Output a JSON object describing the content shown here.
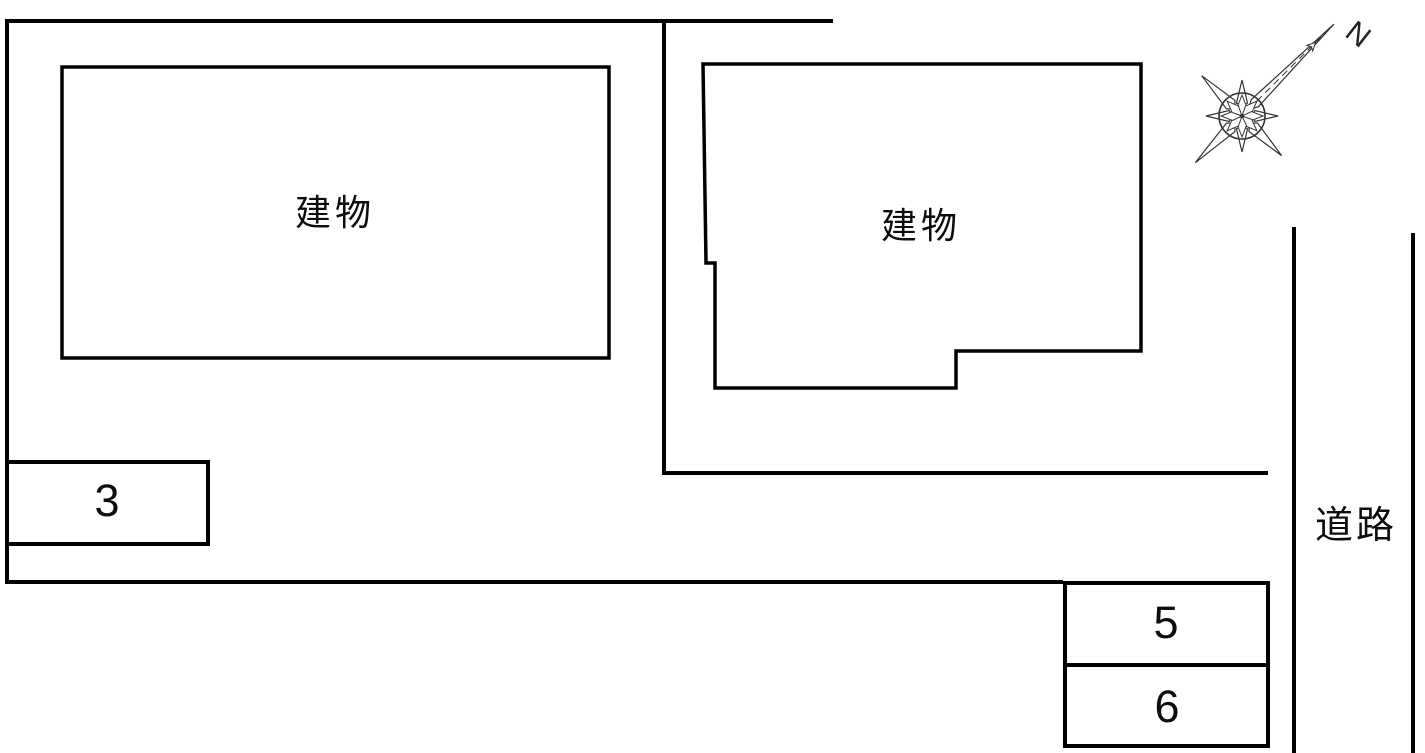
{
  "plan": {
    "type": "site-parking-plan",
    "background_color": "#ffffff",
    "line_color": "#000000",
    "buildings": [
      {
        "label": "建物",
        "position": "left"
      },
      {
        "label": "建物",
        "position": "right"
      }
    ],
    "parking_spaces": [
      {
        "number": "3"
      },
      {
        "number": "5"
      },
      {
        "number": "6"
      }
    ],
    "road": {
      "label": "道路"
    },
    "compass": {
      "north_label": "N",
      "direction": "northeast"
    }
  }
}
